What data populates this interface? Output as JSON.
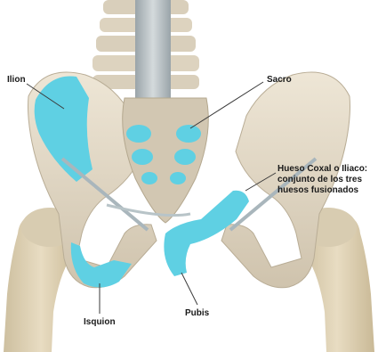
{
  "labels": {
    "ilion": "Ilion",
    "sacro": "Sacro",
    "coxal_line1": "Hueso Coxal o Iliaco:",
    "coxal_line2": "conjunto de los tres",
    "coxal_line3": "huesos fusionados",
    "isquion": "Isquion",
    "pubis": "Pubis"
  },
  "colors": {
    "bone": "#e6dccb",
    "bone_shadow": "#c9bda8",
    "highlight": "#5fd0e3",
    "ligament": "#a9b6bc",
    "cartilage": "#b8c4c8",
    "leader_line": "#3a3a3a"
  }
}
